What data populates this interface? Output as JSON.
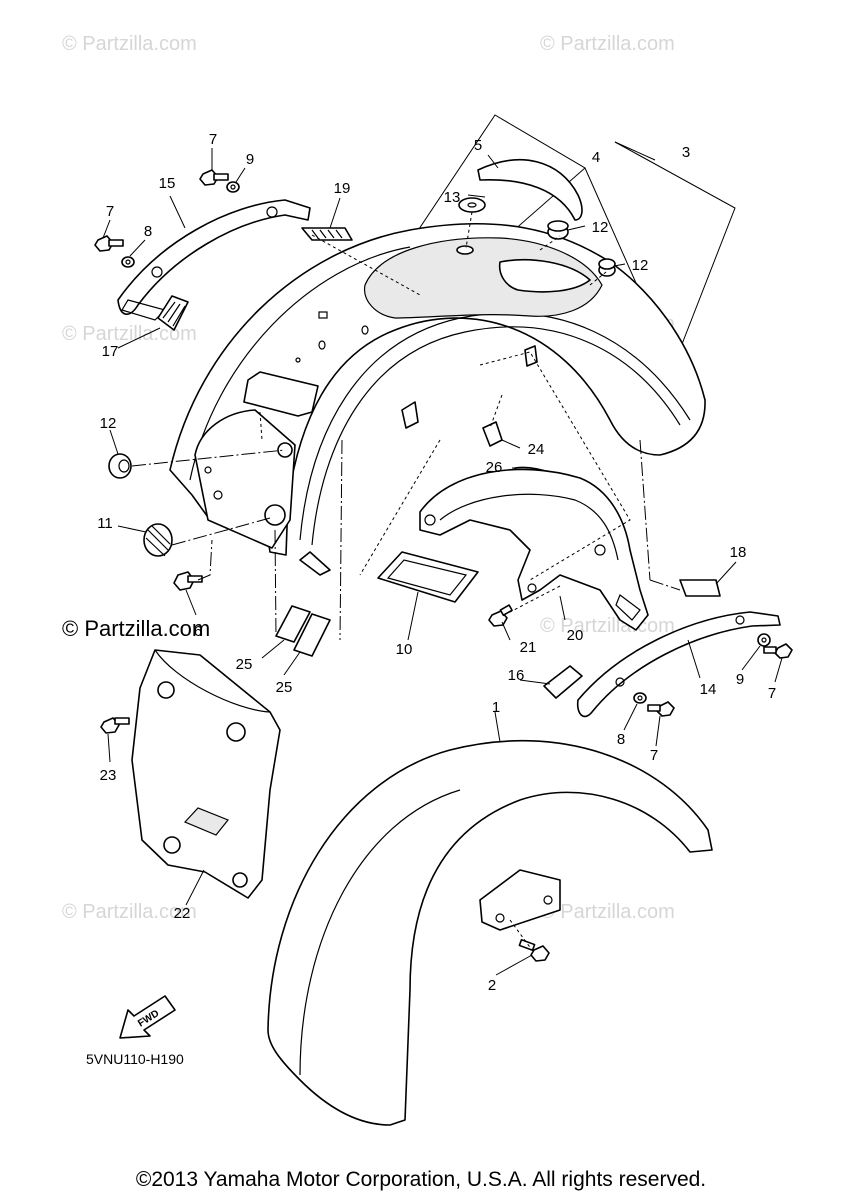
{
  "watermark": "© Partzilla.com",
  "main_watermark": "© Partzilla.com",
  "diagram_code": "5VNU110-H190",
  "fwd_label": "FWD",
  "copyright": "©2013 Yamaha Motor Corporation, U.S.A. All rights reserved.",
  "callouts": {
    "c1": "1",
    "c2": "2",
    "c3": "3",
    "c4": "4",
    "c5": "5",
    "c6": "6",
    "c7a": "7",
    "c7b": "7",
    "c7c": "7",
    "c7d": "7",
    "c8a": "8",
    "c8b": "8",
    "c9a": "9",
    "c9b": "9",
    "c10": "10",
    "c11": "11",
    "c12a": "12",
    "c12b": "12",
    "c12c": "12",
    "c13": "13",
    "c14": "14",
    "c15": "15",
    "c16": "16",
    "c17": "17",
    "c18": "18",
    "c19": "19",
    "c20": "20",
    "c21": "21",
    "c22": "22",
    "c23": "23",
    "c24": "24",
    "c25a": "25",
    "c25b": "25",
    "c26": "26"
  }
}
